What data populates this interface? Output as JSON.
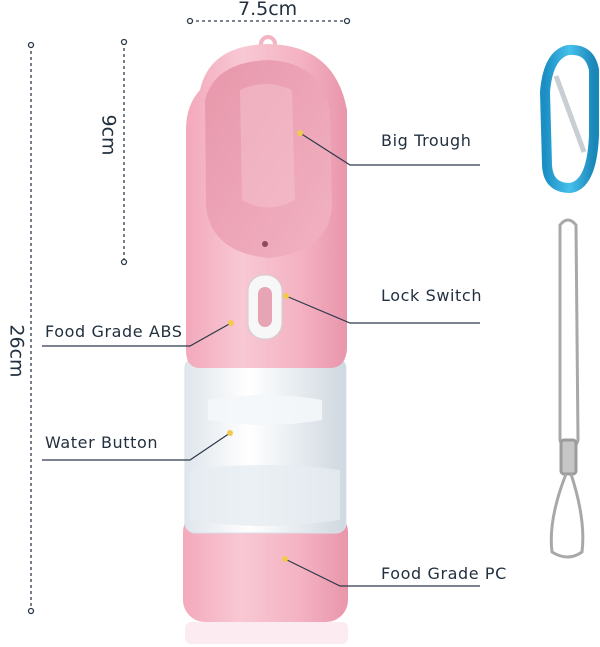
{
  "dimensions": {
    "width_label": "7.5cm",
    "height_label": "26cm",
    "trough_depth_label": "9cm"
  },
  "callouts": {
    "big_trough": "Big Trough",
    "lock_switch": "Lock Switch",
    "food_grade_abs": "Food Grade ABS",
    "water_button": "Water Button",
    "food_grade_pc": "Food Grade PC"
  },
  "accessories": {
    "carabiner": "carabiner-clip",
    "lanyard": "hanging-lanyard"
  },
  "colors": {
    "bottle_pink": "#f4b6c5",
    "trough_pink": "#e9a1b3",
    "carabiner_blue": "#2aa3d6",
    "callout_dot": "#f2c94c",
    "line": "#2c3a4a"
  }
}
